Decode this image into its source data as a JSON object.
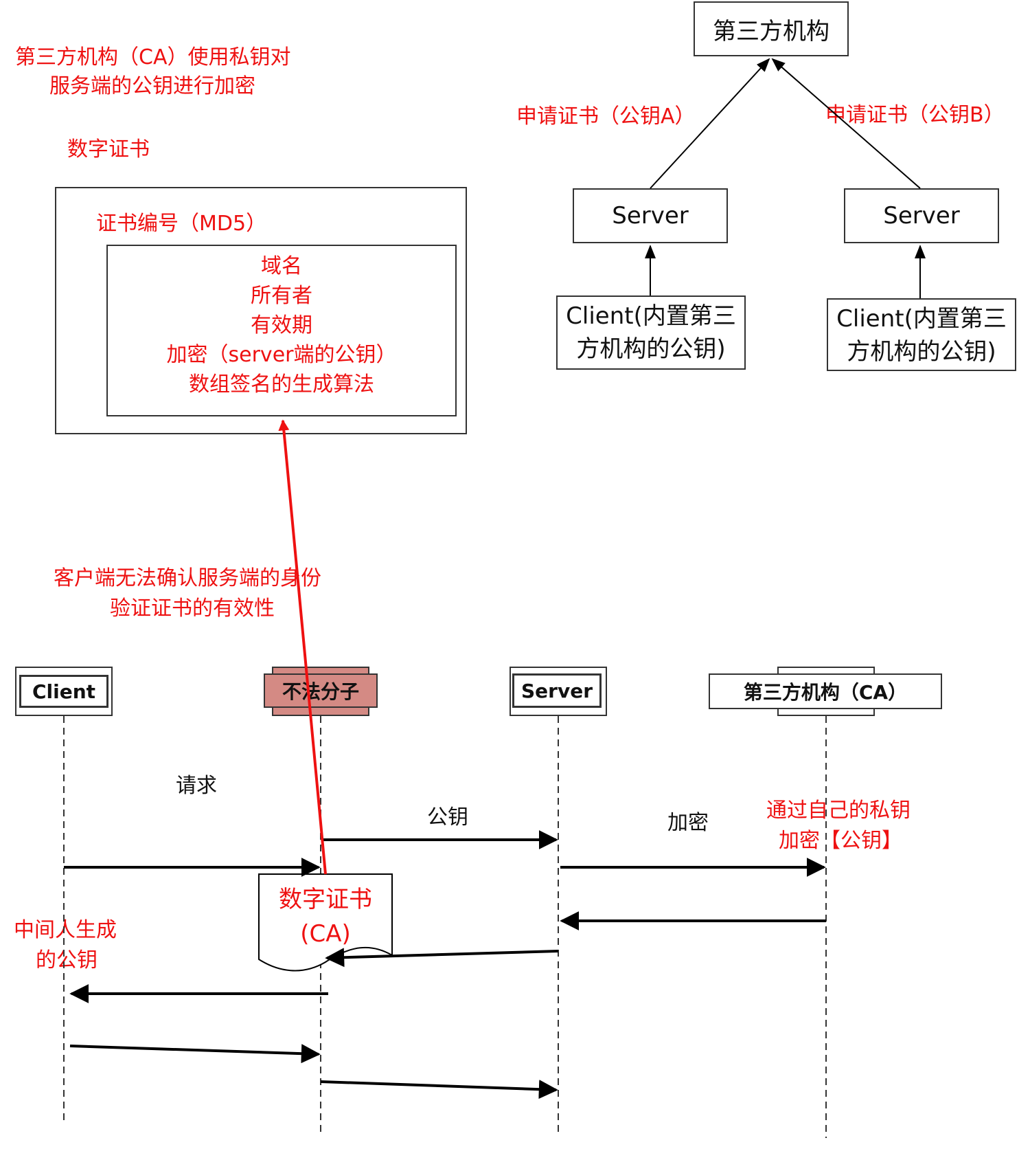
{
  "ca_note": {
    "line1": "第三方机构（CA）使用私钥对",
    "line2": "服务端的公钥进行加密"
  },
  "cert_heading": "数字证书",
  "certificate": {
    "number_label": "证书编号（MD5）",
    "fields": [
      "域名",
      "所有者",
      "有效期",
      "加密（server端的公钥）",
      "数组签名的生成算法"
    ]
  },
  "hierarchy": {
    "root": "第三方机构",
    "left_label": "申请证书（公钥A）",
    "right_label": "申请证书（公钥B）",
    "server_left": "Server",
    "server_right": "Server",
    "client_left": [
      "Client(内置第三",
      "方机构的公钥)"
    ],
    "client_right": [
      "Client(内置第三",
      "方机构的公钥)"
    ]
  },
  "problem_note": {
    "line1": "客户端无法确认服务端的身份",
    "line2": "验证证书的有效性"
  },
  "sequence": {
    "lanes": [
      "Client",
      "不法分子",
      "Server",
      "第三方机构（CA）"
    ],
    "msg_request": "请求",
    "msg_pubkey": "公钥",
    "msg_encrypt": "加密",
    "ca_note": [
      "通过自己的私钥",
      "加密【公钥】"
    ],
    "cert_doc": [
      "数字证书",
      "(CA)"
    ],
    "mitm_note": [
      "中间人生成",
      "的公钥"
    ]
  },
  "colors": {
    "annotation_red": "#ee1111",
    "attacker_fill": "#d48a84",
    "line": "#000000"
  }
}
